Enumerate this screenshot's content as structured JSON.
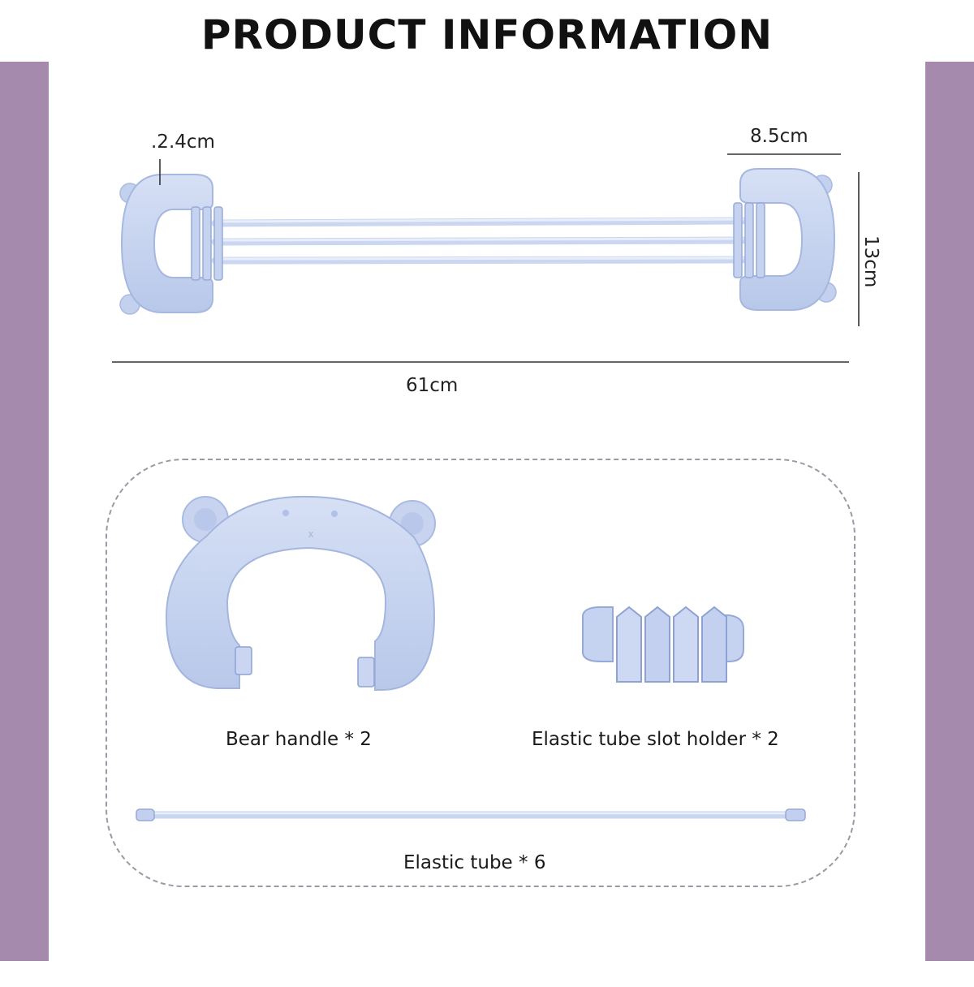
{
  "header": {
    "title": "PRODUCT INFORMATION"
  },
  "dimensions": {
    "handle_thickness": ".2.4cm",
    "handle_width": "8.5cm",
    "height": "13cm",
    "total_length": "61cm"
  },
  "parts": [
    {
      "label": "Bear handle * 2",
      "icon": "bear-handle-icon"
    },
    {
      "label": "Elastic tube slot holder * 2",
      "icon": "slot-holder-icon"
    },
    {
      "label": "Elastic tube * 6",
      "icon": "elastic-tube-icon"
    }
  ],
  "colors": {
    "side_band": "#a58aae",
    "product_blue": "#c9d5ef",
    "product_stroke": "#9fb1db"
  }
}
